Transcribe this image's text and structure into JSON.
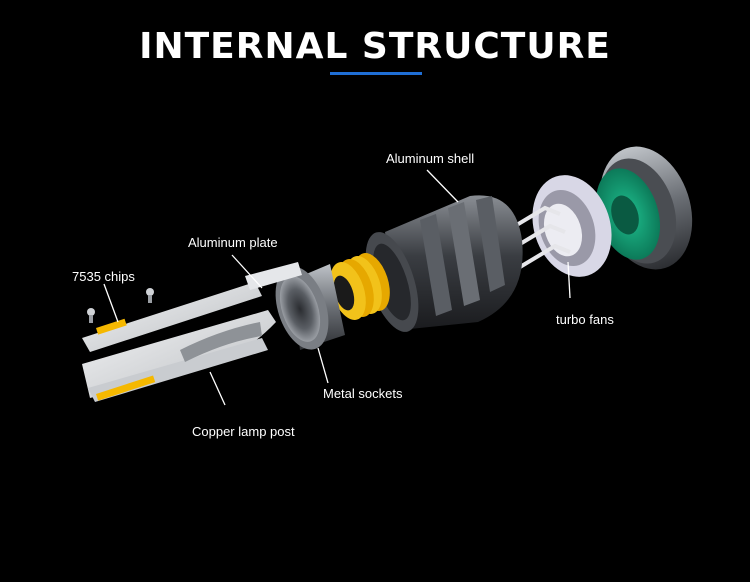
{
  "title": "INTERNAL STRUCTURE",
  "labels": {
    "aluminum_shell": "Aluminum shell",
    "aluminum_plate": "Aluminum plate",
    "chips": "7535 chips",
    "turbo_fans": "turbo fans",
    "metal_sockets": "Metal sockets",
    "copper_post": "Copper lamp post"
  },
  "colors": {
    "background": "#000000",
    "accent_underline": "#1f6fd6",
    "chip_yellow": "#f5b800",
    "fan_green": "#14a37a",
    "text": "#ffffff"
  }
}
